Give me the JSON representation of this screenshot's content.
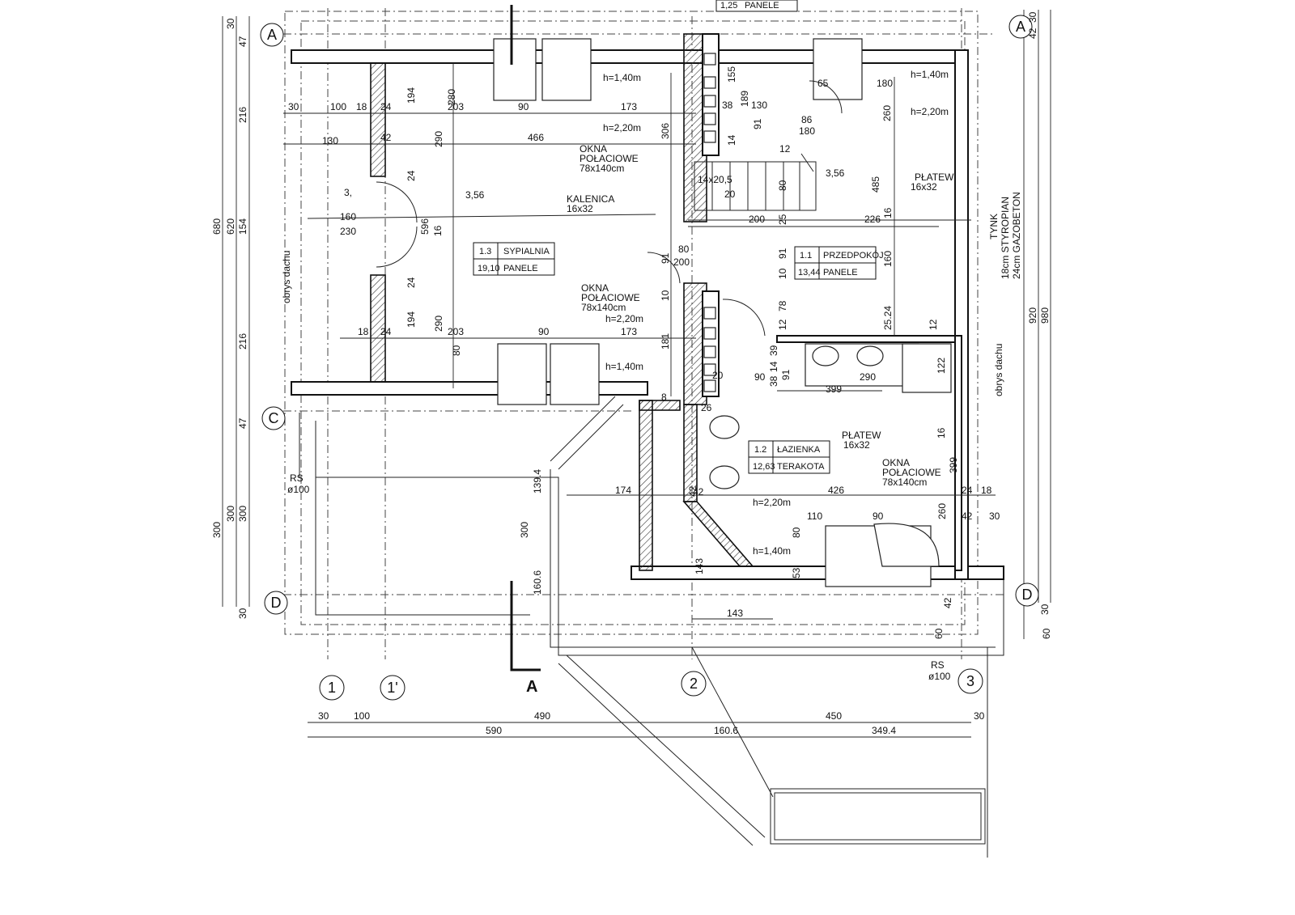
{
  "axes": {
    "a": "A",
    "c": "C",
    "d": "D",
    "n1": "1",
    "n1p": "1'",
    "n2": "2",
    "n3": "3"
  },
  "section_mark": "A",
  "top_room": {
    "area": "1,25",
    "finish": "PANELE"
  },
  "rooms": [
    {
      "id": "1.3",
      "name": "SYPIALNIA",
      "area": "19,10",
      "finish": "PANELE"
    },
    {
      "id": "1.1",
      "name": "PRZEDPOKÓJ",
      "area": "13,44",
      "finish": "PANELE"
    },
    {
      "id": "1.2",
      "name": "ŁAZIENKA",
      "area": "12,63",
      "finish": "TERAKOTA"
    }
  ],
  "notes": {
    "okna1": "OKNA",
    "okna2": "POŁACIOWE",
    "okna_size": "78x140cm",
    "kalenica": "KALENICA",
    "kalenica_size": "16x32",
    "platew": "PŁATEW",
    "platew_size": "16x32",
    "h140": "h=1,40m",
    "h220": "h=2,20m",
    "lvl356": "3,56",
    "lvl3": "3,",
    "obrys": "obrys dachu",
    "rs": "RS",
    "rs_dia": "ø100",
    "tynk": "TYNK",
    "styro": "18cm STYROPIAN",
    "gazo": "24cm GAZOBETON",
    "stairs": "14x20,5",
    "stairs2": "20",
    "door_80_200": "80",
    "door_200": "200",
    "door_160": "160",
    "door_230": "230",
    "door_86": "86",
    "door_180": "180"
  },
  "dims_left": [
    "30",
    "47",
    "216",
    "154",
    "216",
    "47",
    "300",
    "30",
    "680",
    "620",
    "300",
    "300"
  ],
  "dims_right": [
    "30",
    "42",
    "920",
    "980",
    "30",
    "42",
    "60"
  ],
  "dims_bottom_row1": [
    "30",
    "100",
    "490",
    "450",
    "30"
  ],
  "dims_bottom_row2": [
    "590",
    "160.6",
    "349.4"
  ],
  "dims_inner": [
    "30",
    "100",
    "18",
    "24",
    "194",
    "203",
    "90",
    "173",
    "290",
    "280",
    "466",
    "130",
    "42",
    "306",
    "596",
    "16",
    "24",
    "194",
    "290",
    "18",
    "24",
    "203",
    "90",
    "173",
    "80",
    "181",
    "10",
    "91",
    "8",
    "155",
    "189",
    "38",
    "130",
    "65",
    "180",
    "260",
    "485",
    "200",
    "25",
    "226",
    "160",
    "16",
    "91",
    "10",
    "78",
    "12",
    "25.24",
    "12",
    "122",
    "16",
    "399",
    "290",
    "90",
    "399",
    "20",
    "26",
    "174",
    "139.4",
    "300",
    "160.6",
    "143",
    "143",
    "110",
    "90",
    "426",
    "260",
    "42",
    "24",
    "18",
    "30",
    "42",
    "60",
    "12",
    "14",
    "91",
    "38",
    "14",
    "39",
    "91",
    "24",
    "80",
    "42",
    "80",
    "53"
  ]
}
